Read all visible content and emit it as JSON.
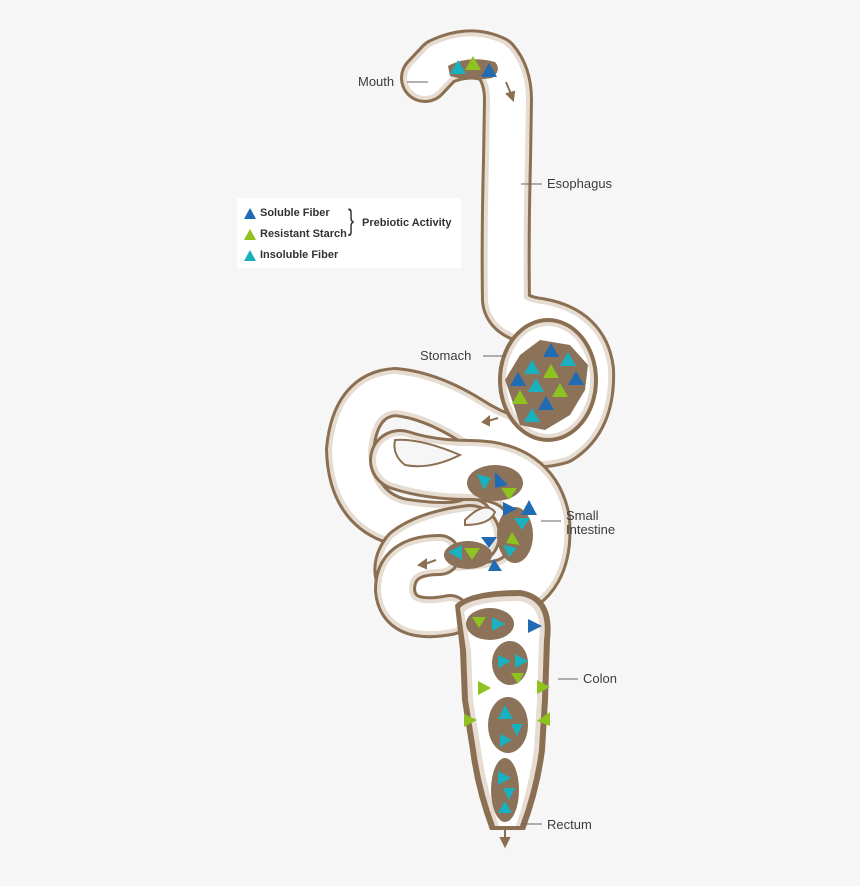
{
  "colors": {
    "background": "#f6f6f6",
    "tube_outer": "#8b6f52",
    "tube_inner_band": "#e6dcd2",
    "lumen": "#ffffff",
    "food_mass": "#8c7259",
    "soluble_fiber": "#1f6cb5",
    "resistant_starch": "#8dc21f",
    "insoluble_fiber": "#19b0c0",
    "label_text": "#3c3c3c",
    "leader_line": "#666666"
  },
  "legend": {
    "items": [
      {
        "label": "Soluble Fiber",
        "color": "#1f6cb5"
      },
      {
        "label": "Resistant Starch",
        "color": "#8dc21f"
      },
      {
        "label": "Insoluble Fiber",
        "color": "#19b0c0"
      }
    ],
    "group_label": "Prebiotic Activity",
    "brace": "}"
  },
  "labels": {
    "mouth": "Mouth",
    "esophagus": "Esophagus",
    "stomach": "Stomach",
    "small_intestine_line1": "Small",
    "small_intestine_line2": "Intestine",
    "colon": "Colon",
    "rectum": "Rectum"
  }
}
